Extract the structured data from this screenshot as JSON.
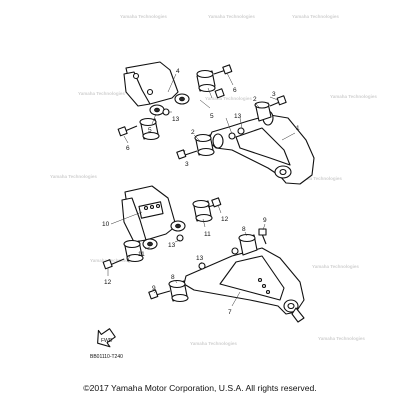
{
  "diagram": {
    "callouts": [
      {
        "id": "c1",
        "label": "1"
      },
      {
        "id": "c2a",
        "label": "2"
      },
      {
        "id": "c2b",
        "label": "2"
      },
      {
        "id": "c3a",
        "label": "3"
      },
      {
        "id": "c3b",
        "label": "3"
      },
      {
        "id": "c4",
        "label": "4"
      },
      {
        "id": "c5a",
        "label": "5"
      },
      {
        "id": "c5b",
        "label": "5"
      },
      {
        "id": "c6a",
        "label": "6"
      },
      {
        "id": "c6b",
        "label": "6"
      },
      {
        "id": "c7",
        "label": "7"
      },
      {
        "id": "c8a",
        "label": "8"
      },
      {
        "id": "c8b",
        "label": "8"
      },
      {
        "id": "c9a",
        "label": "9"
      },
      {
        "id": "c9b",
        "label": "9"
      },
      {
        "id": "c10",
        "label": "10"
      },
      {
        "id": "c11a",
        "label": "11"
      },
      {
        "id": "c11b",
        "label": "11"
      },
      {
        "id": "c12a",
        "label": "12"
      },
      {
        "id": "c12b",
        "label": "12"
      },
      {
        "id": "c13a",
        "label": "13"
      },
      {
        "id": "c13b",
        "label": "13"
      },
      {
        "id": "c13c",
        "label": "13"
      },
      {
        "id": "c13d",
        "label": "13"
      }
    ],
    "diagram_code": "BB01110-T240",
    "fwd_label": "FWD",
    "watermark": "Yamaha Technologies",
    "copyright": "©2017 Yamaha Motor Corporation, U.S.A. All rights reserved."
  }
}
